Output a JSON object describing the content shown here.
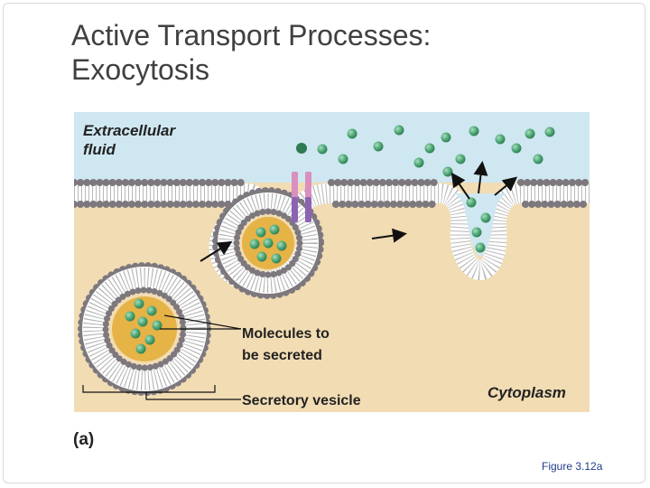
{
  "slide": {
    "title_line1": "Active Transport Processes:",
    "title_line2": "Exocytosis",
    "panel_label": "(a)",
    "figure_ref": "Figure 3.12a"
  },
  "diagram": {
    "labels": {
      "extracellular_line1": "Extracellular",
      "extracellular_line2": "fluid",
      "molecules_line1": "Molecules to",
      "molecules_line2": "be secreted",
      "secretory_vesicle": "Secretory vesicle",
      "cytoplasm": "Cytoplasm"
    },
    "colors": {
      "extracellular_fluid": "#cfe7f1",
      "cytoplasm": "#f2dcb3",
      "vesicle_lumen": "#e6b347",
      "molecule": "#4aa572",
      "membrane_head": "#8f8a8f",
      "fusion_protein_pink": "#d98fc0",
      "fusion_protein_purple": "#8c63b3"
    }
  }
}
